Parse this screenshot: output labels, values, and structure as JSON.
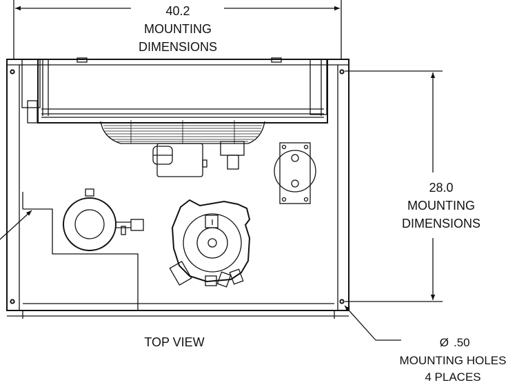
{
  "width_dimension": {
    "value": "40.2",
    "line1": "MOUNTING",
    "line2": "DIMENSIONS"
  },
  "depth_dimension": {
    "value": "28.0",
    "line1": "MOUNTING",
    "line2": "DIMENSIONS"
  },
  "view_label": "TOP VIEW",
  "hole_callout": {
    "symbol": "Ø",
    "value": ".50",
    "line1": "MOUNTING HOLES",
    "line2": "4 PLACES"
  }
}
